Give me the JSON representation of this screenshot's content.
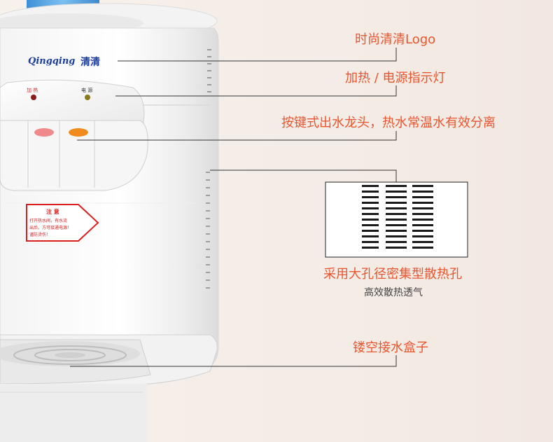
{
  "labels": {
    "logo": "时尚清清Logo",
    "indicator": "加热 / 电源指示灯",
    "faucet": "按键式出水龙头，热水常温水有效分离",
    "vent_title": "采用大孔径密集型散热孔",
    "vent_sub": "高效散热透气",
    "tray": "镂空接水盒子"
  },
  "device": {
    "brand_latin": "Qingqing",
    "brand_cn": "清清",
    "heat_label": "加 热",
    "power_label": "电 源",
    "warning_title": "注 意",
    "warning_lines": [
      "打开热水阀，有水流",
      "出后，方可接通电源！",
      "谨防烫伤！"
    ]
  },
  "colors": {
    "accent_text": "#e8552f",
    "line": "#333333",
    "bottle_blue": "#5aa8e6",
    "hot_button": "#f08a8a",
    "warm_button": "#f28b1e",
    "brand_blue": "#1c3f9c",
    "warning_red": "#d81e1e"
  }
}
